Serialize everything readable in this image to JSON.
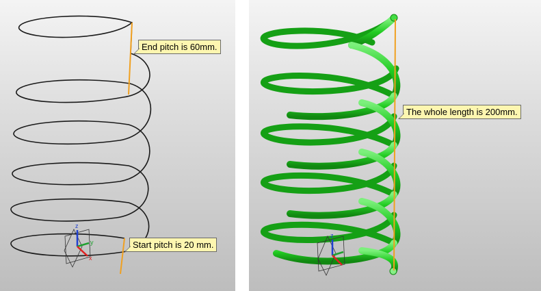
{
  "callouts": {
    "end_pitch": "End pitch is 60mm.",
    "start_pitch": "Start pitch is 20 mm.",
    "whole_length": "The whole length is 200mm."
  },
  "axes": {
    "z": "z",
    "y": "y",
    "x": "x"
  },
  "colors": {
    "helix_curve": "#1a1a1a",
    "spring_tube": "#22cc22",
    "measure_line": "#f0a020",
    "callout_bg": "#fdf6b0"
  }
}
